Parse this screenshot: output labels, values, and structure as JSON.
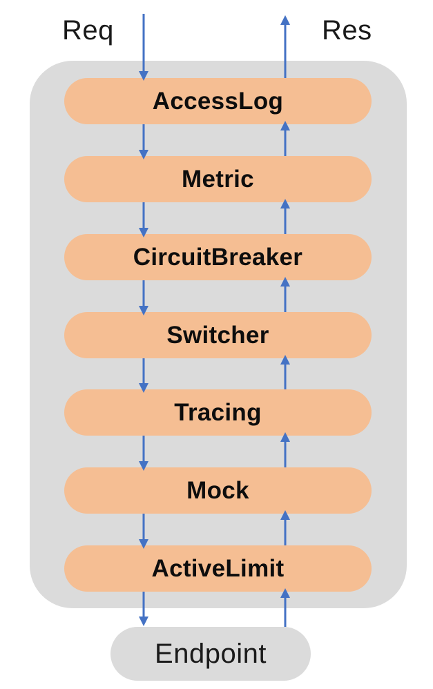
{
  "diagram": {
    "request_label": "Req",
    "response_label": "Res",
    "middlewares": [
      "AccessLog",
      "Metric",
      "CircuitBreaker",
      "Switcher",
      "Tracing",
      "Mock",
      "ActiveLimit"
    ],
    "endpoint_label": "Endpoint",
    "flow": {
      "request_direction": "down",
      "response_direction": "up"
    },
    "colors": {
      "pill": "#f5be93",
      "container": "#dbdbdb",
      "endpoint": "#dbdbdb",
      "arrow": "#4472c4",
      "text": "#0d0d0d"
    }
  }
}
